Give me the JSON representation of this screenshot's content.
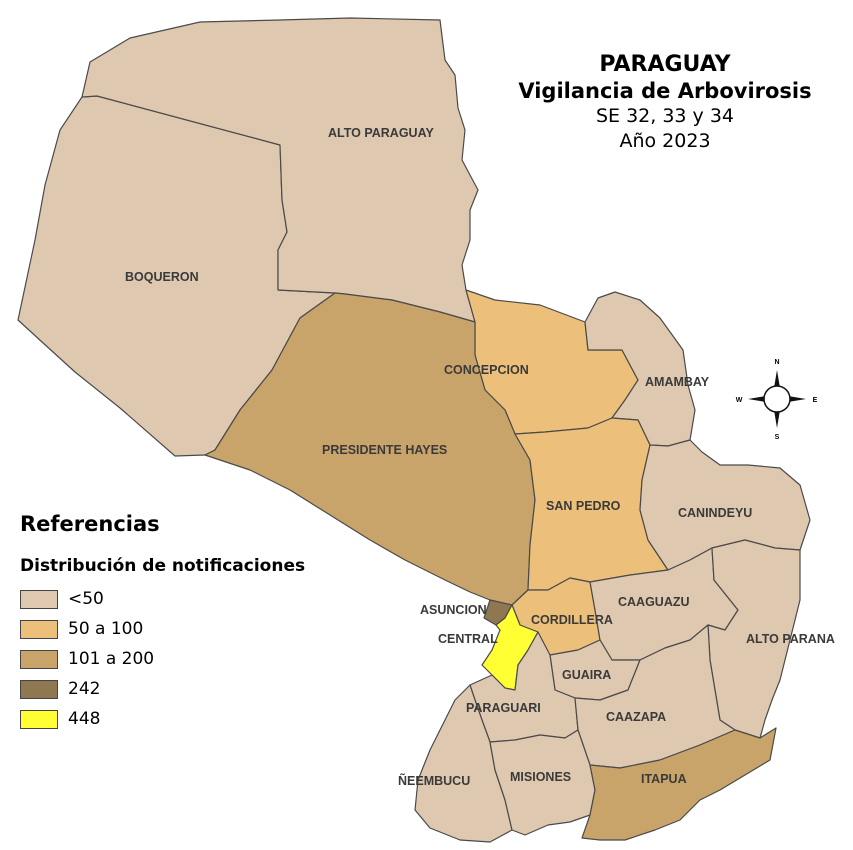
{
  "title": {
    "line1": "PARAGUAY",
    "line2": "Vigilancia de Arbovirosis",
    "line3": "SE 32, 33 y 34",
    "line4": "Año 2023"
  },
  "legend": {
    "heading": "Referencias",
    "subheading": "Distribución de notificaciones",
    "items": [
      {
        "label": "<50",
        "color": "#dfc8b0"
      },
      {
        "label": "50 a 100",
        "color": "#ecc07a"
      },
      {
        "label": "101 a 200",
        "color": "#c9a46a"
      },
      {
        "label": "242",
        "color": "#8f7752"
      },
      {
        "label": "448",
        "color": "#ffff33"
      }
    ]
  },
  "compass": {
    "n": "N",
    "s": "S",
    "e": "E",
    "w": "W"
  },
  "departments": [
    {
      "name": "ALTO PARAGUAY",
      "class": "<50"
    },
    {
      "name": "BOQUERON",
      "class": "<50"
    },
    {
      "name": "CONCEPCION",
      "class": "50 a 100"
    },
    {
      "name": "AMAMBAY",
      "class": "<50"
    },
    {
      "name": "PRESIDENTE HAYES",
      "class": "101 a 200"
    },
    {
      "name": "SAN PEDRO",
      "class": "50 a 100"
    },
    {
      "name": "CANINDEYU",
      "class": "<50"
    },
    {
      "name": "CORDILLERA",
      "class": "50 a 100"
    },
    {
      "name": "CENTRAL",
      "class": "448"
    },
    {
      "name": "ASUNCION",
      "class": "242"
    },
    {
      "name": "CAAGUAZU",
      "class": "<50"
    },
    {
      "name": "ALTO PARANA",
      "class": "<50"
    },
    {
      "name": "GUAIRA",
      "class": "<50"
    },
    {
      "name": "PARAGUARI",
      "class": "<50"
    },
    {
      "name": "CAAZAPA",
      "class": "<50"
    },
    {
      "name": "ÑEEMBUCU",
      "class": "<50"
    },
    {
      "name": "MISIONES",
      "class": "<50"
    },
    {
      "name": "ITAPUA",
      "class": "101 a 200"
    }
  ]
}
